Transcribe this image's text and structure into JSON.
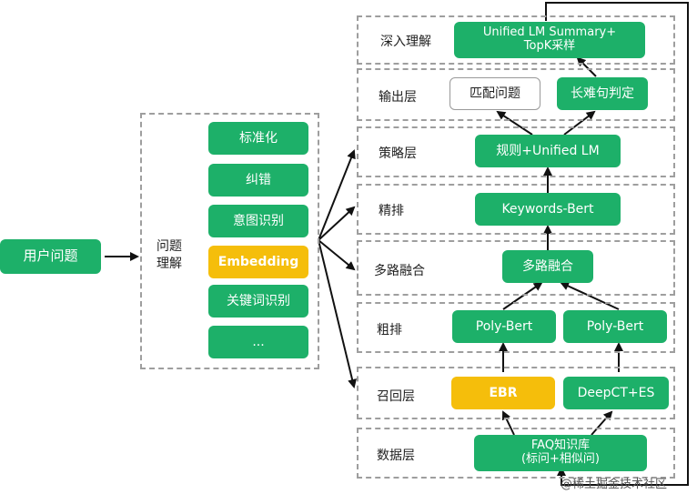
{
  "user_question": "用户问题",
  "understanding": {
    "label_line1": "问题",
    "label_line2": "理解",
    "items": [
      "标准化",
      "纠错",
      "意图识别",
      "Embedding",
      "关键词识别",
      "..."
    ]
  },
  "layers": {
    "deep": {
      "label": "深入理解",
      "node_line1": "Unified LM Summary+",
      "node_line2": "TopK采样"
    },
    "output": {
      "label": "输出层",
      "match": "匹配问题",
      "long": "长难句判定"
    },
    "strategy": {
      "label": "策略层",
      "node": "规则+Unified LM"
    },
    "rank": {
      "label": "精排",
      "node": "Keywords-Bert"
    },
    "fusion": {
      "label": "多路融合",
      "node": "多路融合"
    },
    "coarse": {
      "label": "粗排",
      "left": "Poly-Bert",
      "right": "Poly-Bert"
    },
    "recall": {
      "label": "召回层",
      "ebr": "EBR",
      "deepct": "DeepCT+ES"
    },
    "data": {
      "label": "数据层",
      "node_line1": "FAQ知识库",
      "node_line2": "(标问+相似问)"
    }
  },
  "watermark": "@稀土掘金技术社区",
  "colors": {
    "green": "#1db069",
    "yellow": "#f5be0b",
    "dash": "#9e9e9e"
  }
}
